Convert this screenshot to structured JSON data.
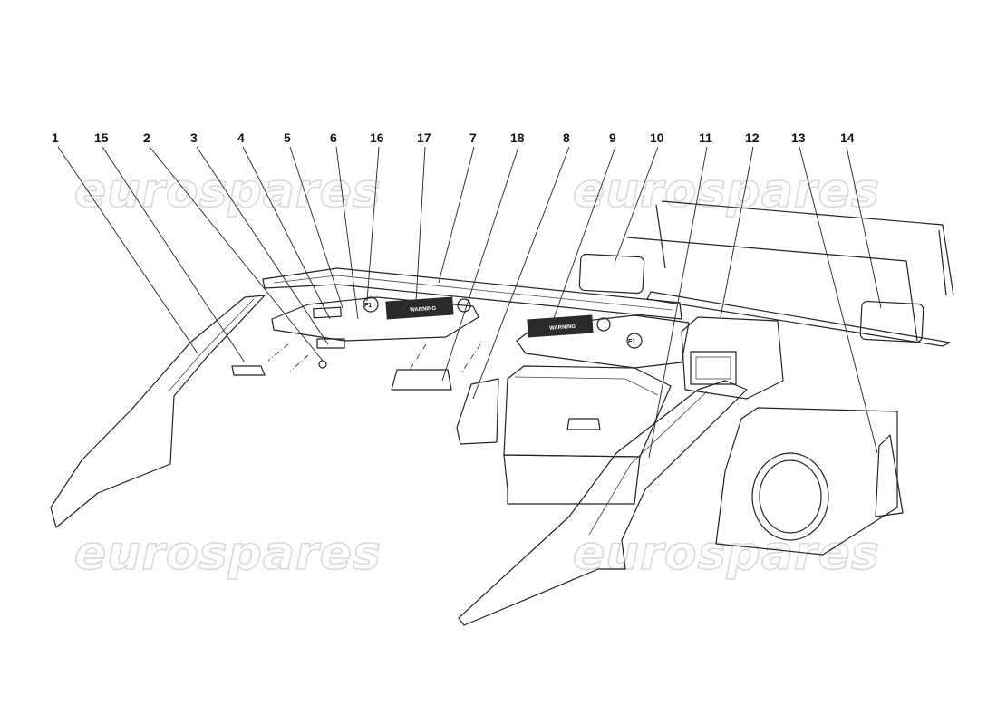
{
  "watermark": "eurospares",
  "callouts": [
    "1",
    "15",
    "2",
    "3",
    "4",
    "5",
    "6",
    "16",
    "17",
    "7",
    "18",
    "8",
    "9",
    "10",
    "11",
    "12",
    "13",
    "14"
  ],
  "warning_labels": [
    "WARNING",
    "WARNING"
  ],
  "logo_text": "F1"
}
